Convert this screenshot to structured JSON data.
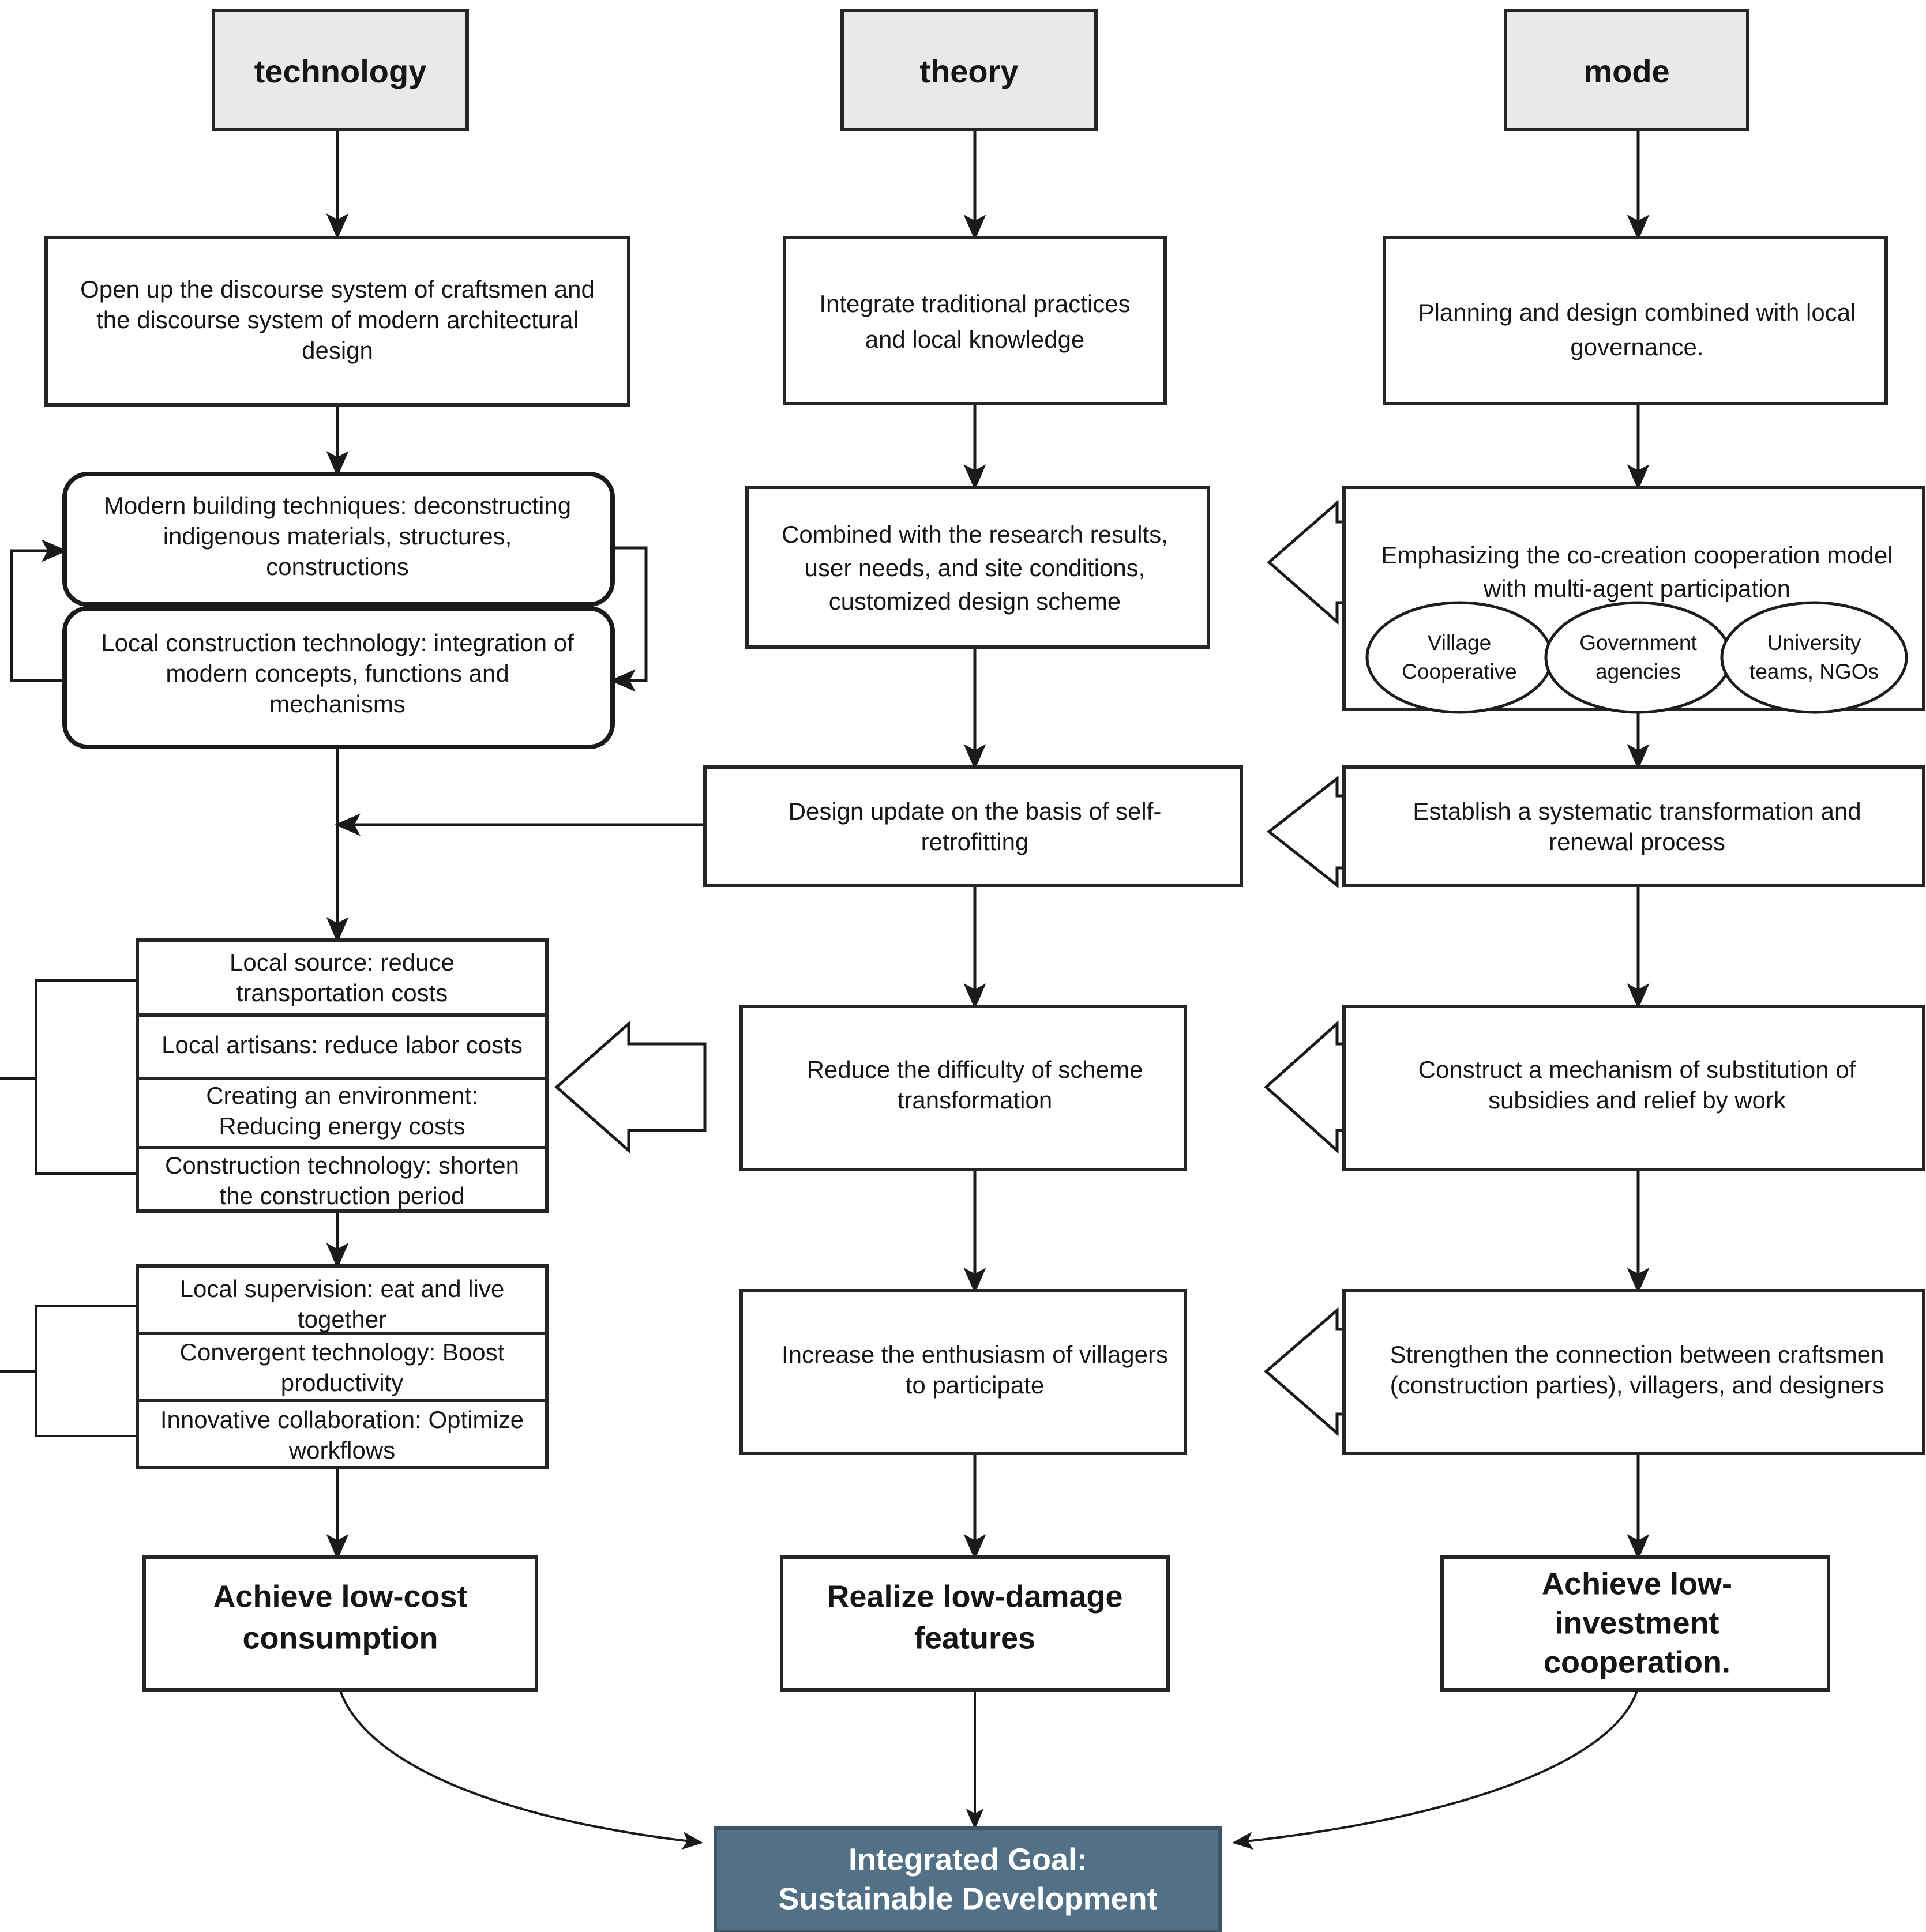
{
  "diagram": {
    "title": "Sustainable rural construction framework",
    "colors": {
      "header_fill": "#e9e9e9",
      "goal_fill": "#537186",
      "goal_text": "#ffffff",
      "stroke": "#1a1a1a",
      "box_fill": "#ffffff"
    }
  },
  "columns": [
    {
      "id": "technology",
      "header": "technology"
    },
    {
      "id": "theory",
      "header": "theory"
    },
    {
      "id": "mode",
      "header": "mode"
    }
  ],
  "technology": {
    "step1": "Open up the discourse system of craftsmen and the discourse system of modern architectural design",
    "step1_lines": [
      "Open up the discourse system of craftsmen and",
      "the discourse system of modern architectural",
      "design"
    ],
    "round1_lines": [
      "Modern building techniques: deconstructing",
      "indigenous materials, structures,",
      "constructions"
    ],
    "round2_lines": [
      "Local construction technology: integration of",
      "modern concepts, functions and",
      "mechanisms"
    ],
    "list1": [
      [
        "Local source: reduce",
        "transportation costs"
      ],
      [
        "Local artisans: reduce labor costs"
      ],
      [
        "Creating an environment:",
        "Reducing energy costs"
      ],
      [
        "Construction technology: shorten",
        "the construction period"
      ]
    ],
    "list2": [
      [
        "Local supervision: eat and live",
        "together"
      ],
      [
        "Convergent technology: Boost",
        "productivity"
      ],
      [
        "Innovative collaboration: Optimize",
        "workflows"
      ]
    ],
    "outcome_lines": [
      "Achieve low-cost",
      "consumption"
    ]
  },
  "theory": {
    "step1_lines": [
      "Integrate traditional practices",
      "and local knowledge"
    ],
    "step2_lines": [
      "Combined with the research results,",
      "user needs, and site conditions,",
      "customized design scheme"
    ],
    "step3_lines": [
      "Design update on the basis of self-",
      "retrofitting"
    ],
    "step4_lines": [
      "Reduce the difficulty of scheme",
      "transformation"
    ],
    "step5_lines": [
      "Increase the enthusiasm of villagers",
      "to participate"
    ],
    "outcome_lines": [
      "Realize low-damage",
      "features"
    ]
  },
  "mode": {
    "step1_lines": [
      "Planning and design combined with local",
      "governance."
    ],
    "step2_lines": [
      "Emphasizing the co-creation cooperation model",
      "with multi-agent participation"
    ],
    "step2_actors": [
      [
        "Village",
        "Cooperative"
      ],
      [
        "Government",
        "agencies"
      ],
      [
        "University",
        "teams, NGOs"
      ]
    ],
    "step3_lines": [
      "Establish a systematic transformation and",
      "renewal process"
    ],
    "step4_lines": [
      "Construct a mechanism of substitution of",
      "subsidies and relief by work"
    ],
    "step5_lines": [
      "Strengthen the connection between craftsmen",
      "(construction parties), villagers, and designers"
    ],
    "outcome_lines": [
      "Achieve low-",
      "investment",
      "cooperation."
    ]
  },
  "goal": {
    "lines": [
      "Integrated Goal:",
      "Sustainable Development"
    ]
  }
}
